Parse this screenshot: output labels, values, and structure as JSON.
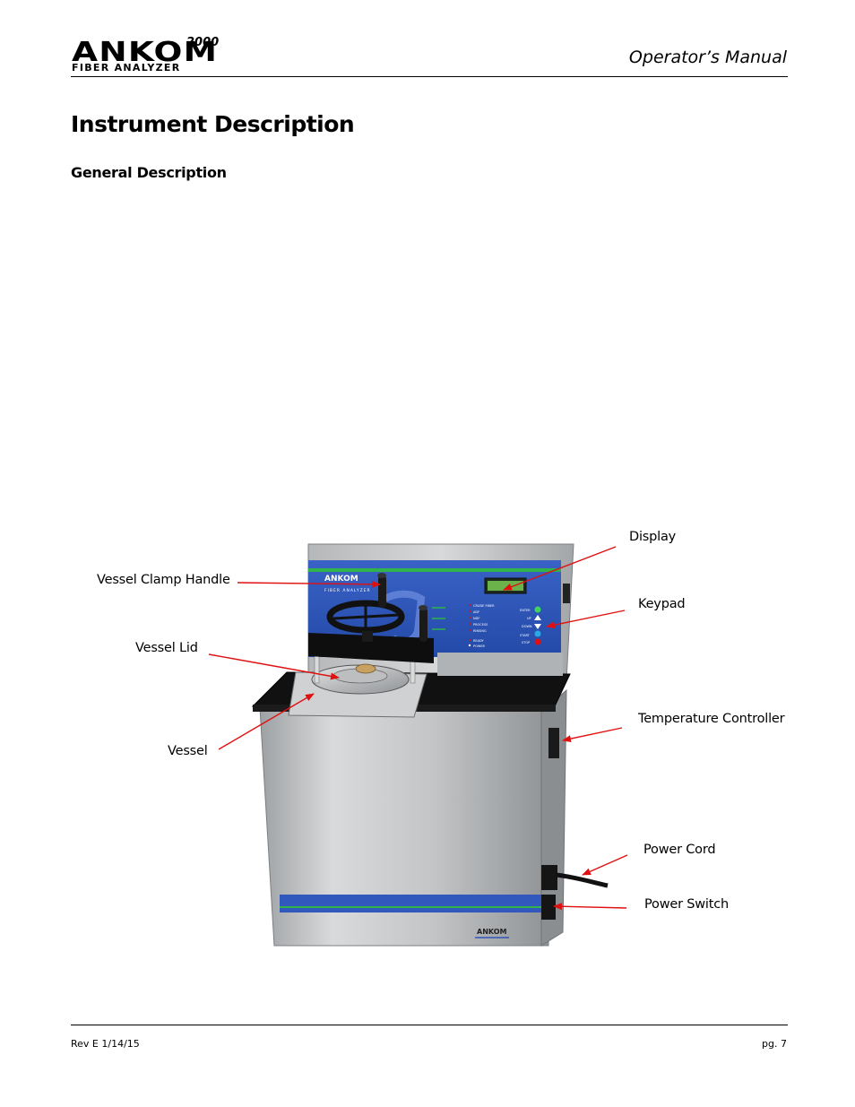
{
  "header": {
    "logo_main": "ANKOM",
    "logo_sup": "2000",
    "logo_sub": "FIBER ANALYZER",
    "manual_title": "Operator’s Manual"
  },
  "page_title": "Instrument Description",
  "section_title": "General Description",
  "figure": {
    "callouts": {
      "display": "Display",
      "vessel_clamp_handle": "Vessel Clamp Handle",
      "keypad": "Keypad",
      "vessel_lid": "Vessel Lid",
      "temperature_controller": "Temperature Controller",
      "vessel": "Vessel",
      "power_cord": "Power Cord",
      "power_switch": "Power Switch"
    },
    "device_panel": {
      "brand": "ANKOM",
      "subtitle": "FIBER ANALYZER",
      "status_labels": [
        "CRUDE FIBER",
        "ADF",
        "NDF",
        "PROCESS",
        "RINSING",
        "READY",
        "POWER"
      ],
      "key_labels": [
        "ENTER",
        "UP",
        "DOWN",
        "START",
        "STOP"
      ],
      "base_brand": "ANKOM"
    },
    "colors": {
      "panel_blue": "#2f55b8",
      "accent_green": "#2fb34a",
      "steel": "#bfc1c3",
      "countertop": "#111111",
      "arrow_red": "#e01010"
    }
  },
  "footer": {
    "revision": "Rev E 1/14/15",
    "page": "pg. 7"
  }
}
